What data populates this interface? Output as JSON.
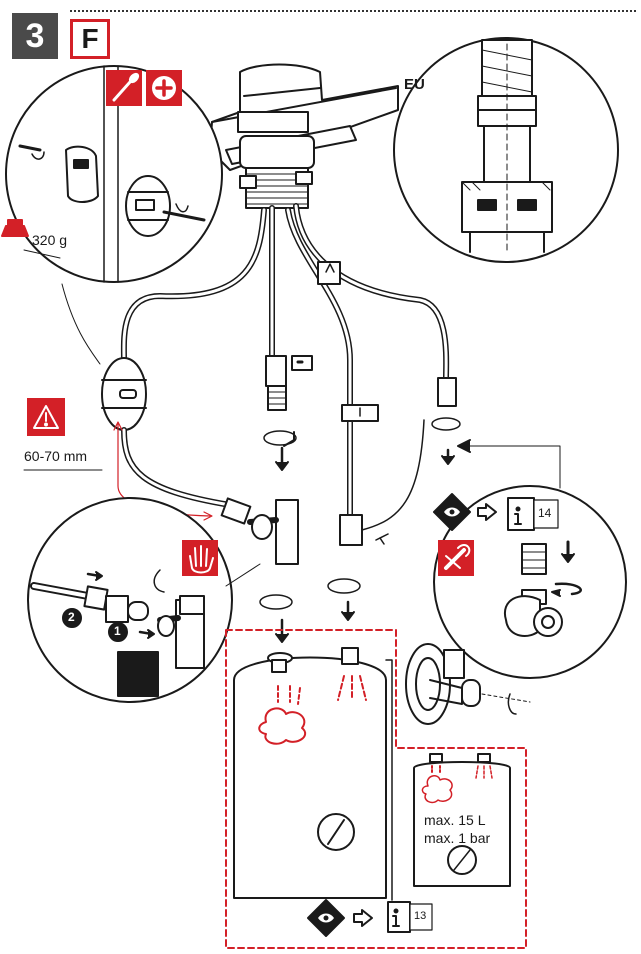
{
  "step": {
    "number": "3",
    "letter": "F"
  },
  "labels": {
    "weight": "320 g",
    "region": "EU",
    "distance": "60-70 mm",
    "max_volume": "max. 15 L",
    "max_pressure": "max. 1 bar"
  },
  "page_refs": {
    "top": "14",
    "bottom": "13"
  },
  "callouts": {
    "one": "1",
    "two": "2"
  },
  "icons": {
    "screwdriver": "screwdriver-icon",
    "plus": "plus-icon",
    "warning": "warning-icon",
    "hand": "hand-icon",
    "wrench": "wrench-icon",
    "see_manual": "eye-manual-icon",
    "info": "info-icon",
    "weight": "weight-icon"
  },
  "colors": {
    "accent": "#d32027",
    "dark": "#1a1a1a",
    "badge": "#4a4a4a"
  }
}
